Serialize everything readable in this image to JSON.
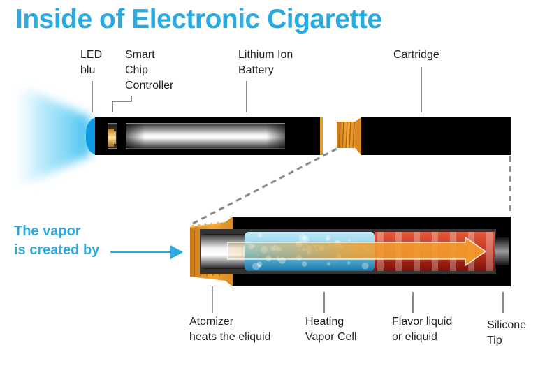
{
  "title": "Inside of Electronic Cigarette",
  "colors": {
    "accent": "#29abe2",
    "led_blue": "#0f9be3",
    "brass": "#e39a2a",
    "body": "#000000",
    "label_text": "#222222"
  },
  "top_labels": {
    "led": [
      "LED",
      "blu"
    ],
    "chip": [
      "Smart",
      "Chip",
      "Controller"
    ],
    "battery": [
      "Lithium Ion",
      "Battery"
    ],
    "cartridge": [
      "Cartridge"
    ]
  },
  "callout": {
    "line1": "The vapor",
    "line2": "is created by"
  },
  "bottom_labels": {
    "atomizer": [
      "Atomizer",
      "heats the eliquid"
    ],
    "heating": [
      "Heating",
      "Vapor Cell"
    ],
    "flavor": [
      "Flavor liquid",
      "or eliquid"
    ],
    "tip": [
      "Silicone",
      "Tip"
    ]
  }
}
